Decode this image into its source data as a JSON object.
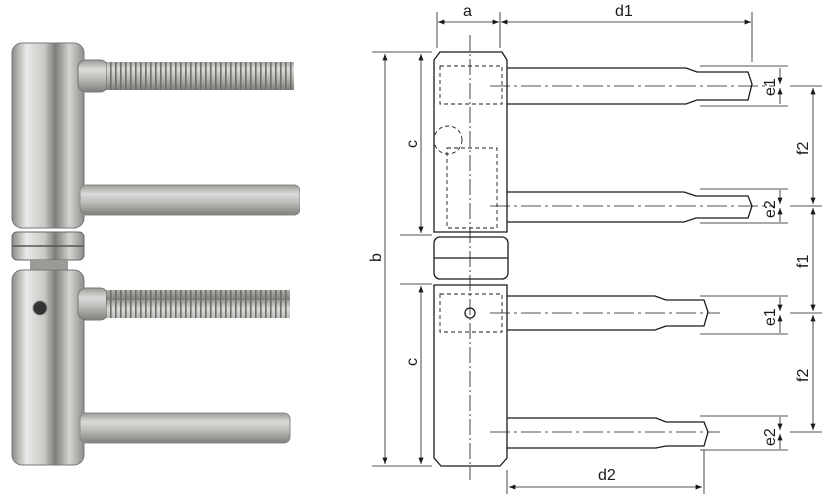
{
  "photo": {
    "description": "Photo of 3-part drill-in door hinge with two threaded and two plain pins",
    "metal_light": "#e4e4e2",
    "metal_mid": "#b6b6b3",
    "metal_dark": "#6f6f6c"
  },
  "drawing": {
    "line_color": "#1a1a1a",
    "labels": {
      "a": "a",
      "d1": "d1",
      "d2": "d2",
      "b": "b",
      "c_top": "c",
      "c_bottom": "c",
      "e1_top": "e1",
      "e2_top": "e2",
      "e1_bottom": "e1",
      "e2_bottom": "e2",
      "f2_top": "f2",
      "f1": "f1",
      "f2_bottom": "f2"
    }
  }
}
